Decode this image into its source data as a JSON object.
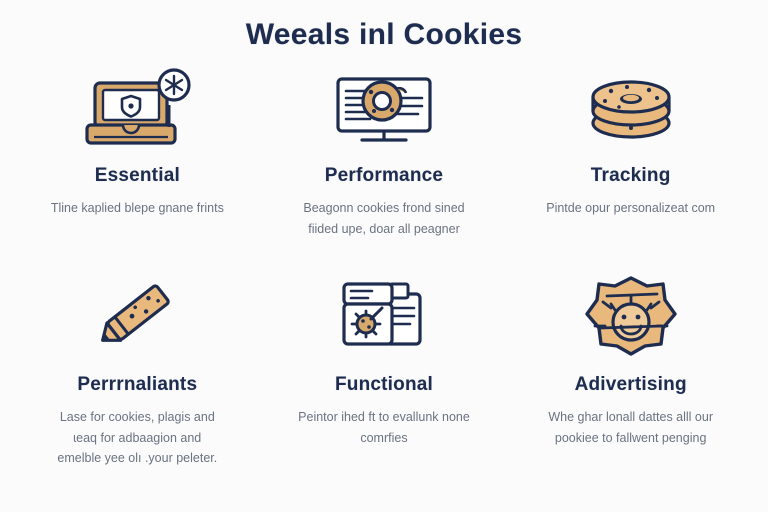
{
  "page": {
    "title": "Weeals inl Cookies",
    "background_color": "#fbfbfc",
    "heading_color": "#1e2d4f",
    "body_text_color": "#6b7380",
    "cookie_color": "#d9a96c",
    "outline_color": "#1e2d4f"
  },
  "cards": [
    {
      "id": "essential",
      "title": "Essential",
      "icon": "laptop-shield-icon",
      "lines": [
        "Tline kaplied blepe gnane frints"
      ]
    },
    {
      "id": "performance",
      "title": "Performance",
      "icon": "monitor-cookie-icon",
      "lines": [
        "Beagonn cookies frond sined",
        "fiided upe, doar all peagner"
      ]
    },
    {
      "id": "tracking",
      "title": "Tracking",
      "icon": "stacked-bagel-cookie-icon",
      "lines": [
        "Pintde opur personalizeat com"
      ]
    },
    {
      "id": "personaliants",
      "title": "Perrrnaliants",
      "icon": "pencil-cookie-icon",
      "lines": [
        "Lase for cookies, plagis and",
        "ɩeaq for adbaagion and",
        "emelble yee olı .your peleter."
      ]
    },
    {
      "id": "functional",
      "title": "Functional",
      "icon": "documents-gear-cookie-icon",
      "lines": [
        "Peintor ihed ft to evallunk none",
        "comrfies"
      ]
    },
    {
      "id": "advertising",
      "title": "Adivertising",
      "icon": "badge-cookie-face-icon",
      "lines": [
        "Whe ghar lonall dattes alll our",
        "pookiee to fallwent penging"
      ]
    }
  ]
}
